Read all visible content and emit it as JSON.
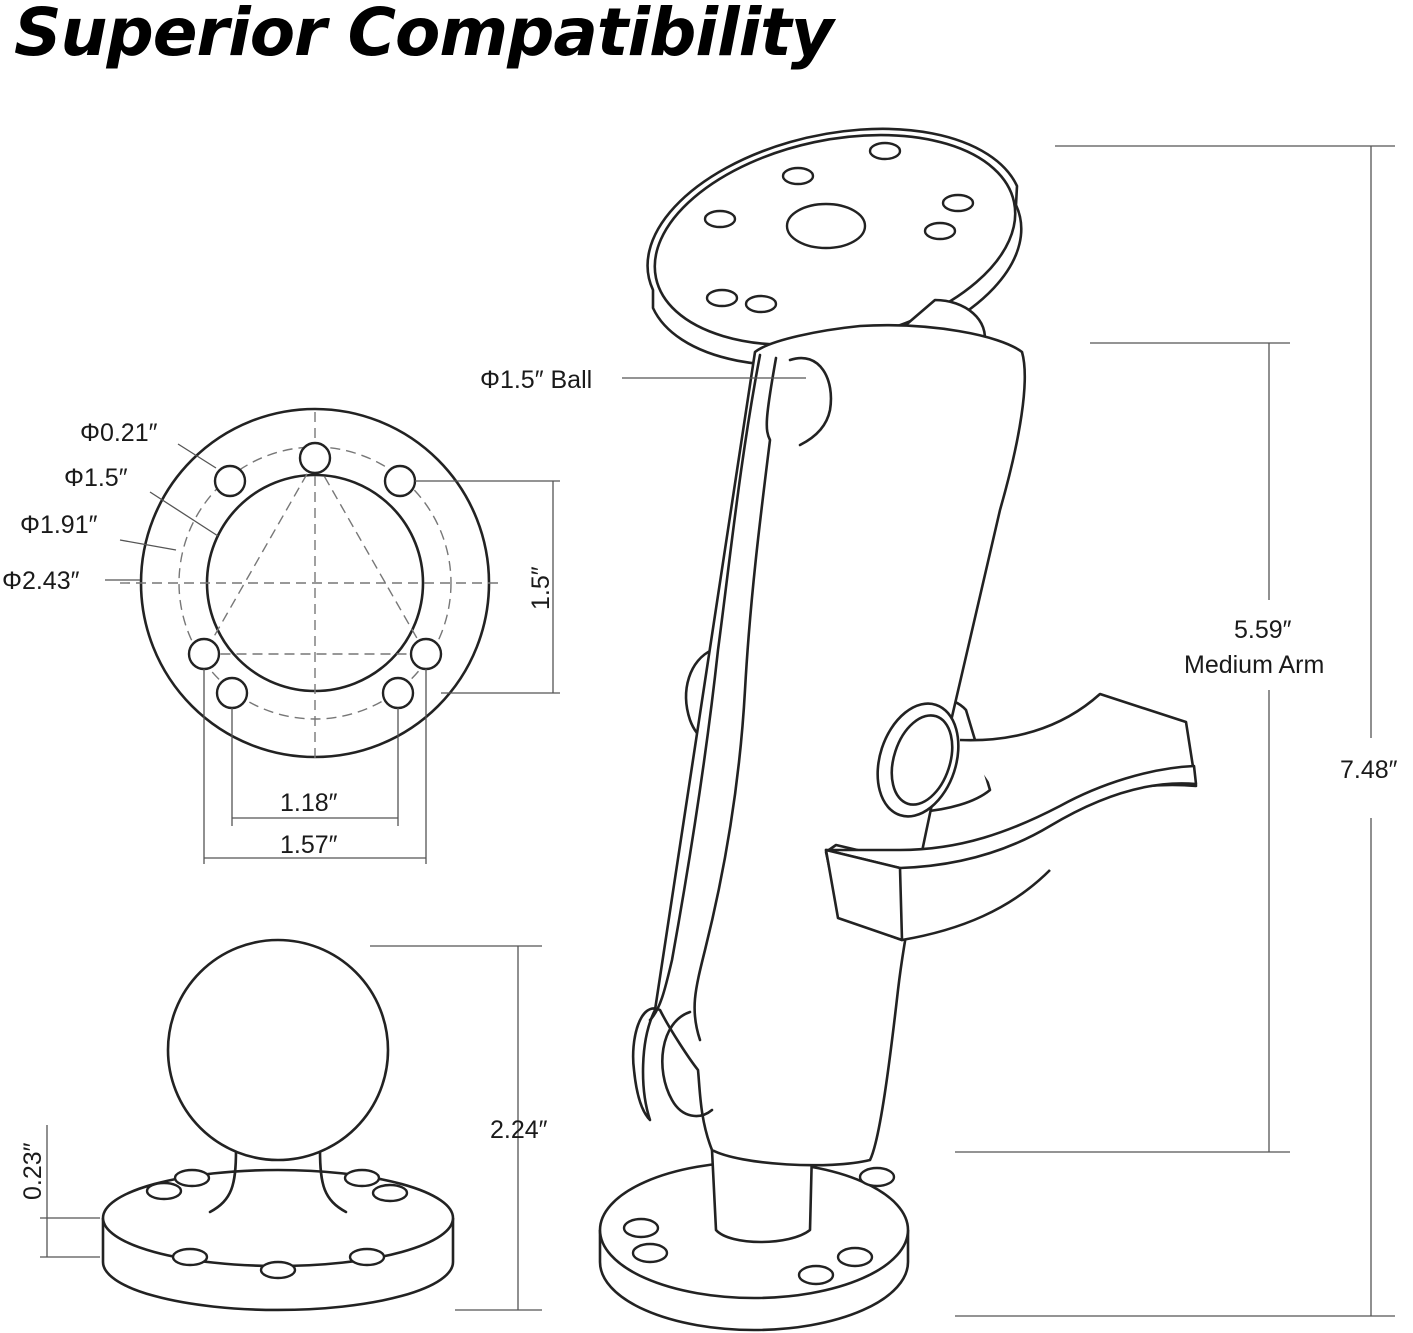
{
  "title": "Superior Compatibility",
  "labels": {
    "hole_diameter": "Φ0.21″",
    "ball_pcd": "Φ1.5″",
    "ring_diameter": "Φ1.91″",
    "base_diameter": "Φ2.43″",
    "hole_span_vertical": "1.5″",
    "hole_span_inner": "1.18″",
    "hole_span_outer": "1.57″",
    "base_thickness": "0.23″",
    "ball_base_height": "2.24″",
    "ball_callout": "Φ1.5″ Ball",
    "arm_length": "5.59″",
    "arm_name": "Medium Arm",
    "total_height": "7.48″"
  }
}
